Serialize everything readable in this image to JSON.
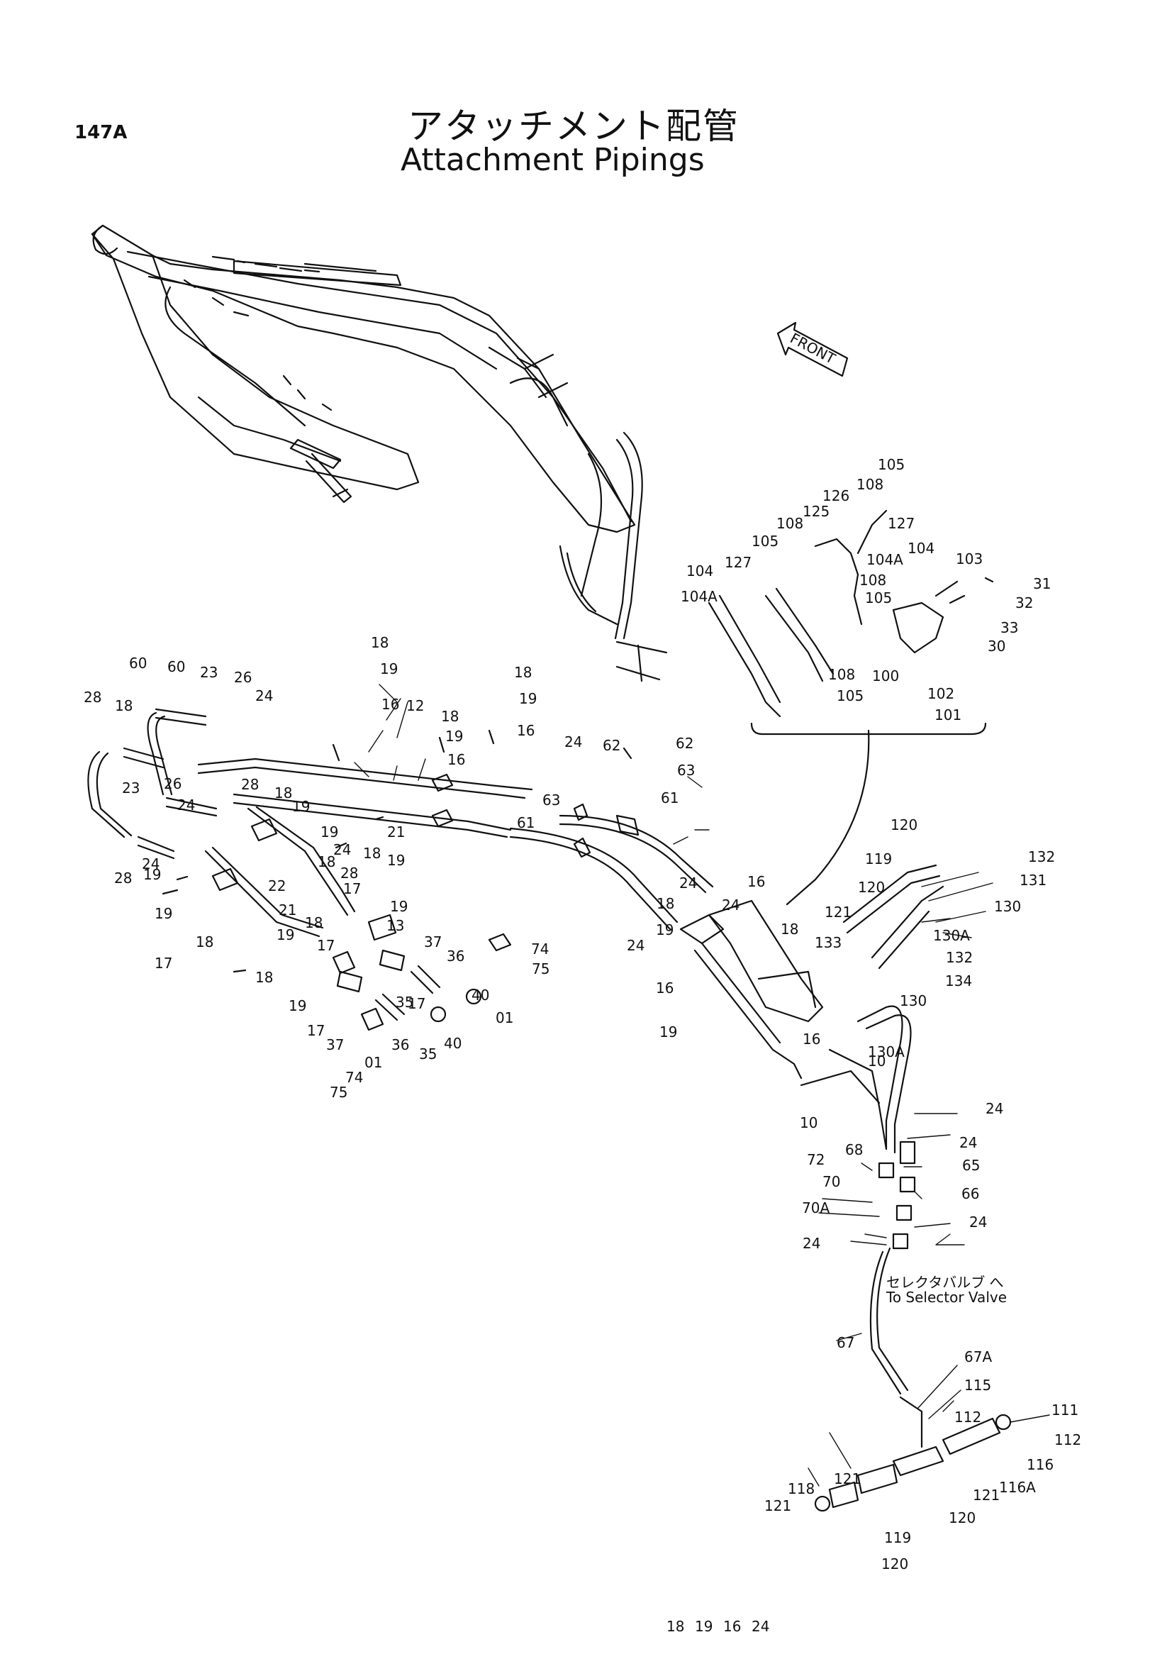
{
  "page_number": "147A",
  "title_jp": "アタッチメント配管",
  "title_en": "Attachment Pipings",
  "front_label": "FRONT",
  "selector_note_jp": "セレクタバルブ へ",
  "selector_note_en": "To Selector Valve",
  "callouts": [
    "105",
    "108",
    "126",
    "127",
    "125",
    "104A",
    "104",
    "103",
    "31",
    "32",
    "33",
    "30",
    "102",
    "101",
    "100",
    "105",
    "108",
    "105",
    "108",
    "127",
    "104",
    "104A",
    "108",
    "105",
    "18",
    "19",
    "16",
    "12",
    "18",
    "19",
    "16",
    "18",
    "19",
    "16",
    "24",
    "62",
    "62",
    "63",
    "61",
    "63",
    "61",
    "60",
    "60",
    "23",
    "26",
    "24",
    "28",
    "18",
    "23",
    "26",
    "24",
    "28",
    "24",
    "28",
    "19",
    "22",
    "21",
    "19",
    "17",
    "18",
    "18",
    "19",
    "21",
    "24",
    "28",
    "18",
    "19",
    "17",
    "19",
    "18",
    "17",
    "19",
    "13",
    "37",
    "36",
    "35",
    "40",
    "01",
    "74",
    "75",
    "18",
    "19",
    "17",
    "37",
    "36",
    "35",
    "40",
    "01",
    "74",
    "75",
    "17",
    "19",
    "18",
    "24",
    "16",
    "24",
    "18",
    "19",
    "16",
    "18",
    "19",
    "16",
    "24",
    "10",
    "10",
    "24",
    "24",
    "65",
    "66",
    "24",
    "68",
    "72",
    "70",
    "70A",
    "24",
    "67",
    "67A",
    "115",
    "112",
    "111",
    "112",
    "116",
    "116A",
    "121",
    "120",
    "119",
    "120",
    "121",
    "118",
    "121",
    "120",
    "119",
    "120",
    "121",
    "133",
    "132",
    "131",
    "130",
    "130A",
    "132",
    "134",
    "130",
    "130A",
    "18",
    "19",
    "16",
    "24"
  ]
}
